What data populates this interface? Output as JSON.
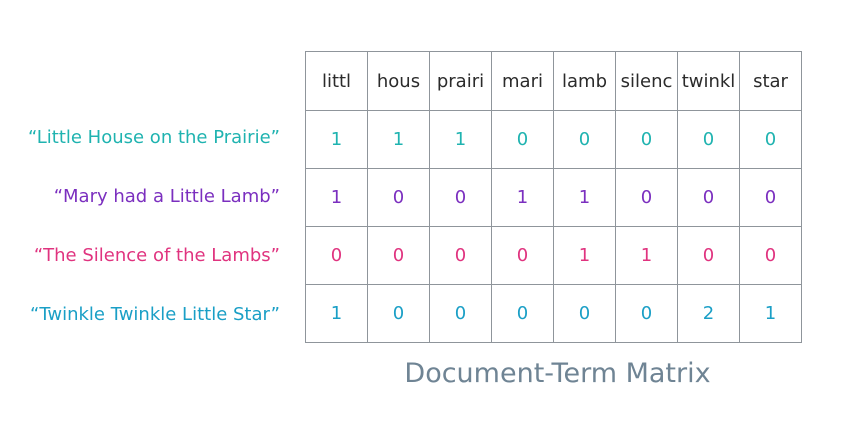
{
  "terms": [
    "littl",
    "hous",
    "prairi",
    "mari",
    "lamb",
    "silenc",
    "twinkl",
    "star"
  ],
  "documents": [
    {
      "label": "“Little House on the Prairie”",
      "color": "#1fb3b0",
      "counts": [
        1,
        1,
        1,
        0,
        0,
        0,
        0,
        0
      ]
    },
    {
      "label": "“Mary had a Little Lamb”",
      "color": "#7b2fbf",
      "counts": [
        1,
        0,
        0,
        1,
        1,
        0,
        0,
        0
      ]
    },
    {
      "label": "“The Silence of the Lambs”",
      "color": "#e0337f",
      "counts": [
        0,
        0,
        0,
        0,
        1,
        1,
        0,
        0
      ]
    },
    {
      "label": "“Twinkle Twinkle Little Star”",
      "color": "#1a9fc6",
      "counts": [
        1,
        0,
        0,
        0,
        0,
        0,
        2,
        1
      ]
    }
  ],
  "caption": "Document-Term Matrix",
  "colors": {
    "grid": "#8f959b",
    "header_text": "#2b2b2b",
    "caption": "#6f8494"
  }
}
